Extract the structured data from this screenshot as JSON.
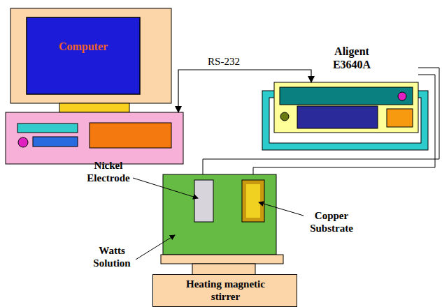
{
  "diagram": {
    "nodes": [
      {
        "text": [
          "Computer"
        ]
      },
      {
        "text": [
          "Aligent E3640A"
        ]
      },
      {
        "text": [
          "Heating magnetic stirrer"
        ]
      }
    ],
    "edges": [
      {
        "from": 0,
        "to": 1,
        "label": "RS-232",
        "arrow": "both"
      }
    ],
    "labels": [
      "Nickel Electrode",
      "Copper Substrate",
      "Watts Solution"
    ]
  }
}
